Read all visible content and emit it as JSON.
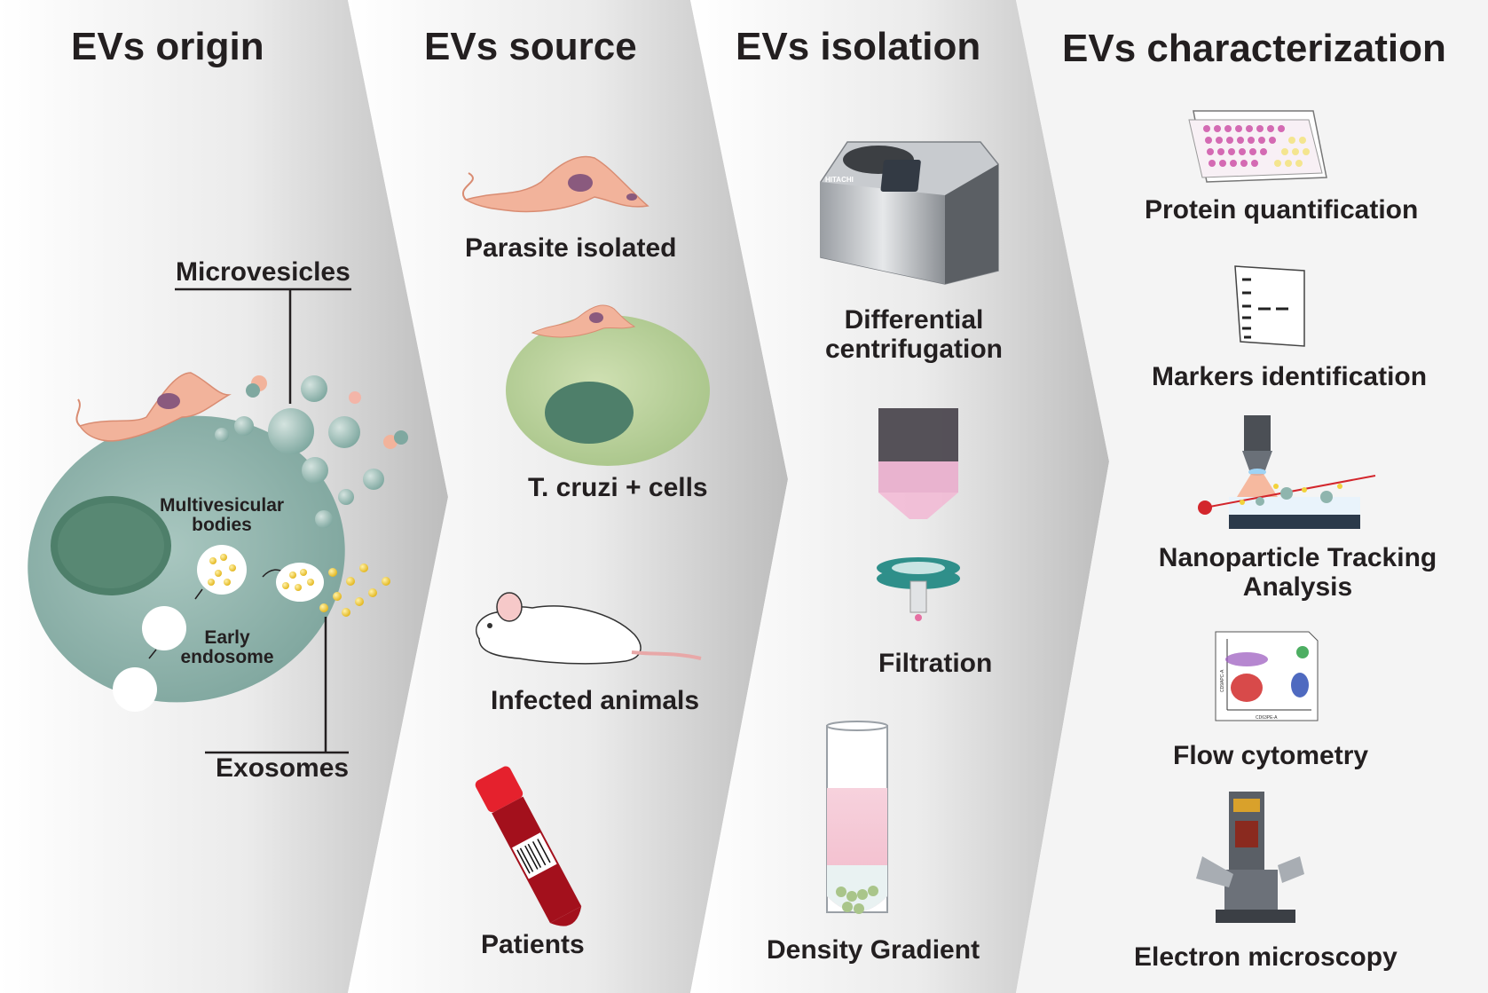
{
  "panels": {
    "origin": {
      "title": "EVs origin",
      "labels": {
        "microvesicles": "Microvesicles",
        "multivesicular": "Multivesicular\nbodies",
        "early_endosome": "Early\nendosome",
        "exosomes": "Exosomes"
      }
    },
    "source": {
      "title": "EVs source",
      "items": [
        "Parasite isolated",
        "T. cruzi + cells",
        "Infected animals",
        "Patients"
      ]
    },
    "isolation": {
      "title": "EVs isolation",
      "items": [
        "Differential\ncentrifugation",
        "Filtration",
        "Density Gradient"
      ],
      "centrifuge_brand": "HITACHI"
    },
    "characterization": {
      "title": "EVs characterization",
      "items": [
        "Protein quantification",
        "Markers identification",
        "Nanoparticle Tracking\nAnalysis",
        "Flow cytometry",
        "Electron microscopy"
      ],
      "flow_axis_x": "CD63PE-A",
      "flow_axis_y": "CD9APC-A"
    }
  },
  "colors": {
    "text": "#231f20",
    "cell": "#8fb5ae",
    "nucleus": "#4e7f6a",
    "parasite": "#f2b39b",
    "vesicle_yellow": "#f2d23a",
    "blood_red": "#a3101c",
    "plate_pink": "#d46ab3"
  }
}
